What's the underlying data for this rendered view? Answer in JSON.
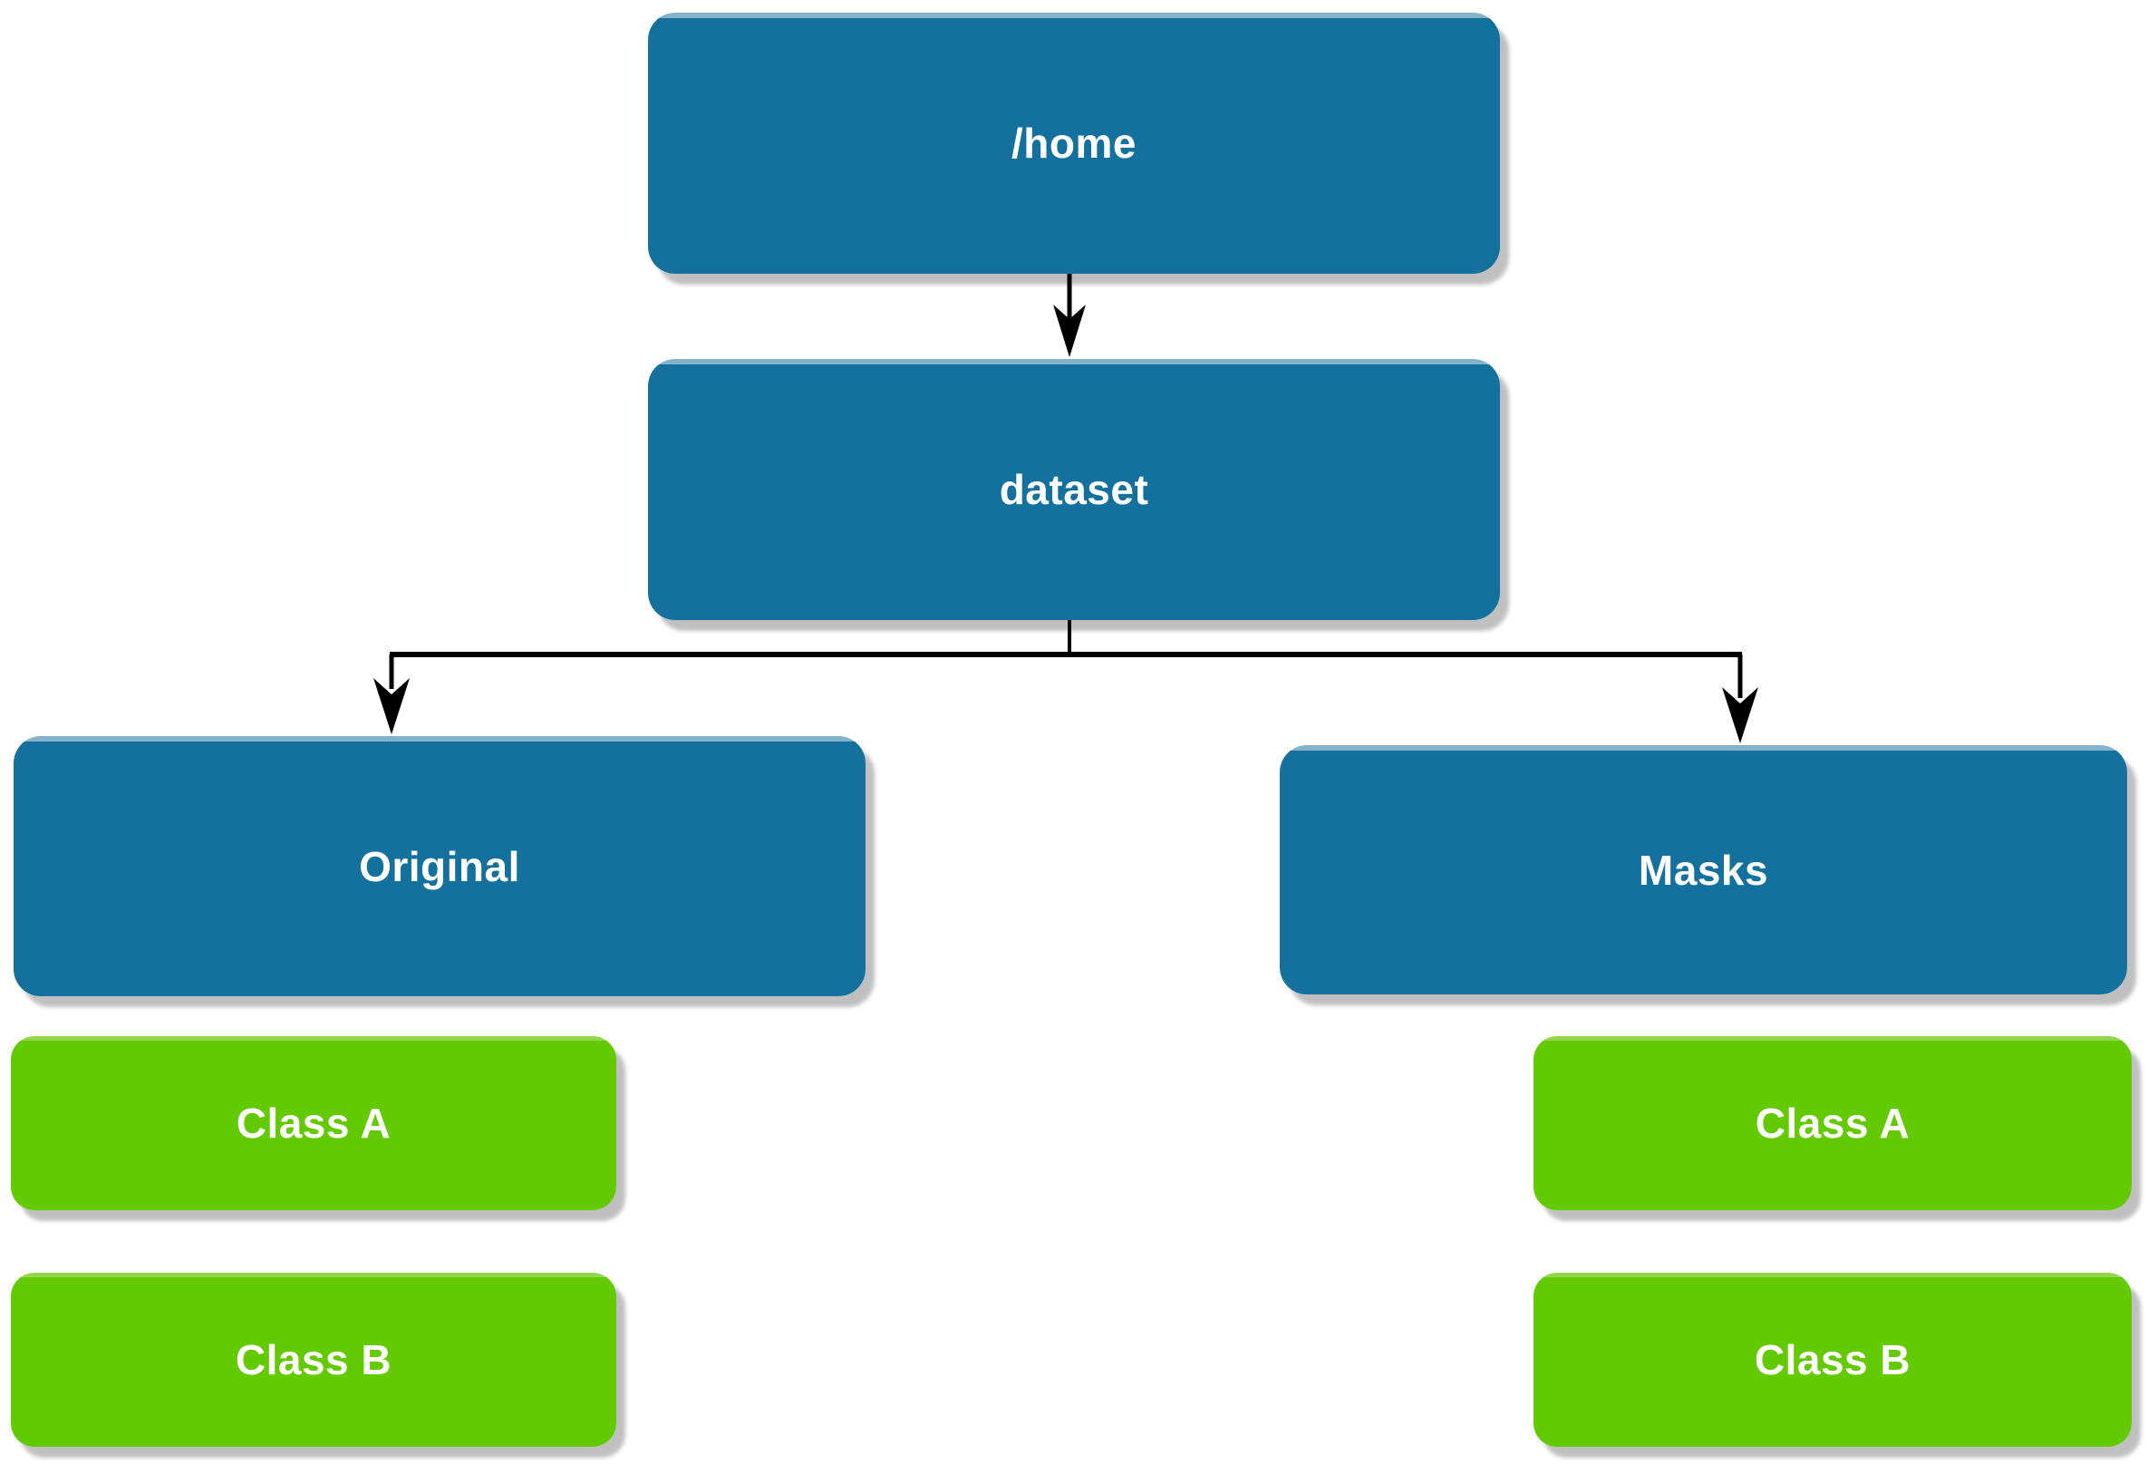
{
  "diagram": {
    "type": "directory-tree-flowchart",
    "nodes": {
      "home": {
        "label": "/home",
        "kind": "folder"
      },
      "dataset": {
        "label": "dataset",
        "kind": "folder"
      },
      "original": {
        "label": "Original",
        "kind": "folder"
      },
      "masks": {
        "label": "Masks",
        "kind": "folder"
      },
      "original_class_a": {
        "label": "Class A",
        "kind": "class"
      },
      "original_class_b": {
        "label": "Class B",
        "kind": "class"
      },
      "masks_class_a": {
        "label": "Class A",
        "kind": "class"
      },
      "masks_class_b": {
        "label": "Class B",
        "kind": "class"
      }
    },
    "edges": [
      {
        "from": "home",
        "to": "dataset"
      },
      {
        "from": "dataset",
        "to": "original"
      },
      {
        "from": "dataset",
        "to": "masks"
      }
    ],
    "colors": {
      "folder_fill": "#14719d",
      "folder_highlight": "#84b2ca",
      "class_fill": "#63ca02",
      "class_highlight": "#92d64e",
      "label_text": "#ffffff",
      "connector": "#000000",
      "background": "#ffffff"
    }
  }
}
